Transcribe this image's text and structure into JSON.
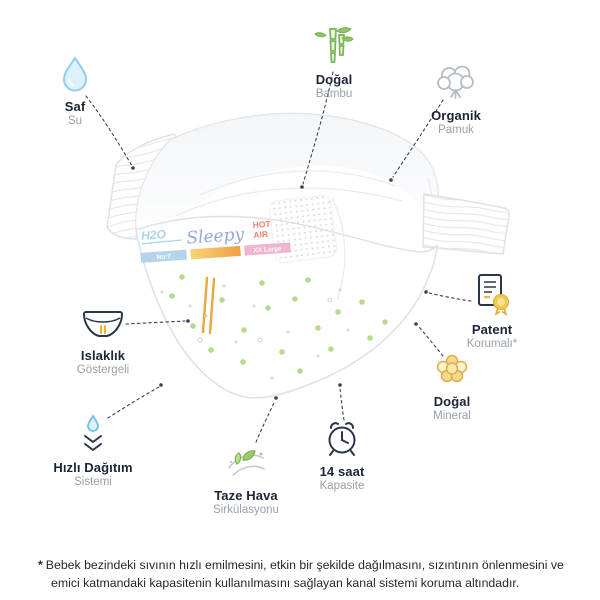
{
  "features": [
    {
      "id": "saf-su",
      "title": "Saf",
      "subtitle": "Su",
      "icon": "water-drop-icon"
    },
    {
      "id": "dogal-bambu",
      "title": "Doğal",
      "subtitle": "Bambu",
      "icon": "bamboo-icon"
    },
    {
      "id": "organik-pamuk",
      "title": "Organik",
      "subtitle": "Pamuk",
      "icon": "cotton-icon"
    },
    {
      "id": "patent",
      "title": "Patent",
      "subtitle": "Korumalı*",
      "icon": "patent-seal-icon"
    },
    {
      "id": "dogal-mineral",
      "title": "Doğal",
      "subtitle": "Mineral",
      "icon": "mineral-cluster-icon"
    },
    {
      "id": "14-saat",
      "title": "14 saat",
      "subtitle": "Kapasite",
      "icon": "alarm-clock-icon"
    },
    {
      "id": "taze-hava",
      "title": "Taze Hava",
      "subtitle": "Sirkülasyonu",
      "icon": "fresh-air-leaf-icon"
    },
    {
      "id": "hizli-dagitim",
      "title": "Hızlı Dağıtım",
      "subtitle": "Sistemi",
      "icon": "drop-arrows-icon"
    },
    {
      "id": "islaklik",
      "title": "Islaklık",
      "subtitle": "Göstergeli",
      "icon": "diaper-outline-icon"
    }
  ],
  "product": {
    "brand_script": "Sleepy",
    "print_h2o": "H2O",
    "print_hot": "HOT",
    "print_air": "AIR",
    "band_size_number": "No:7",
    "band_size_name": "XX Large"
  },
  "footnote": {
    "marker": "*",
    "text": "Bebek bezindeki sıvının hızlı emilmesini, etkin bir şekilde dağılmasını, sızıntının önlenmesini ve emici katmandaki kapasitenin kullanılmasını sağlayan kanal sistemi koruma altındadır."
  },
  "colors": {
    "title": "#1b2437",
    "subtitle": "#99a0aa",
    "connector_line": "#39424e",
    "accent_blue": "#8ecfee",
    "accent_green": "#8fc468",
    "accent_yellow": "#f3c84b",
    "accent_pink": "#f0b5cc",
    "accent_orange": "#e5a93c"
  }
}
